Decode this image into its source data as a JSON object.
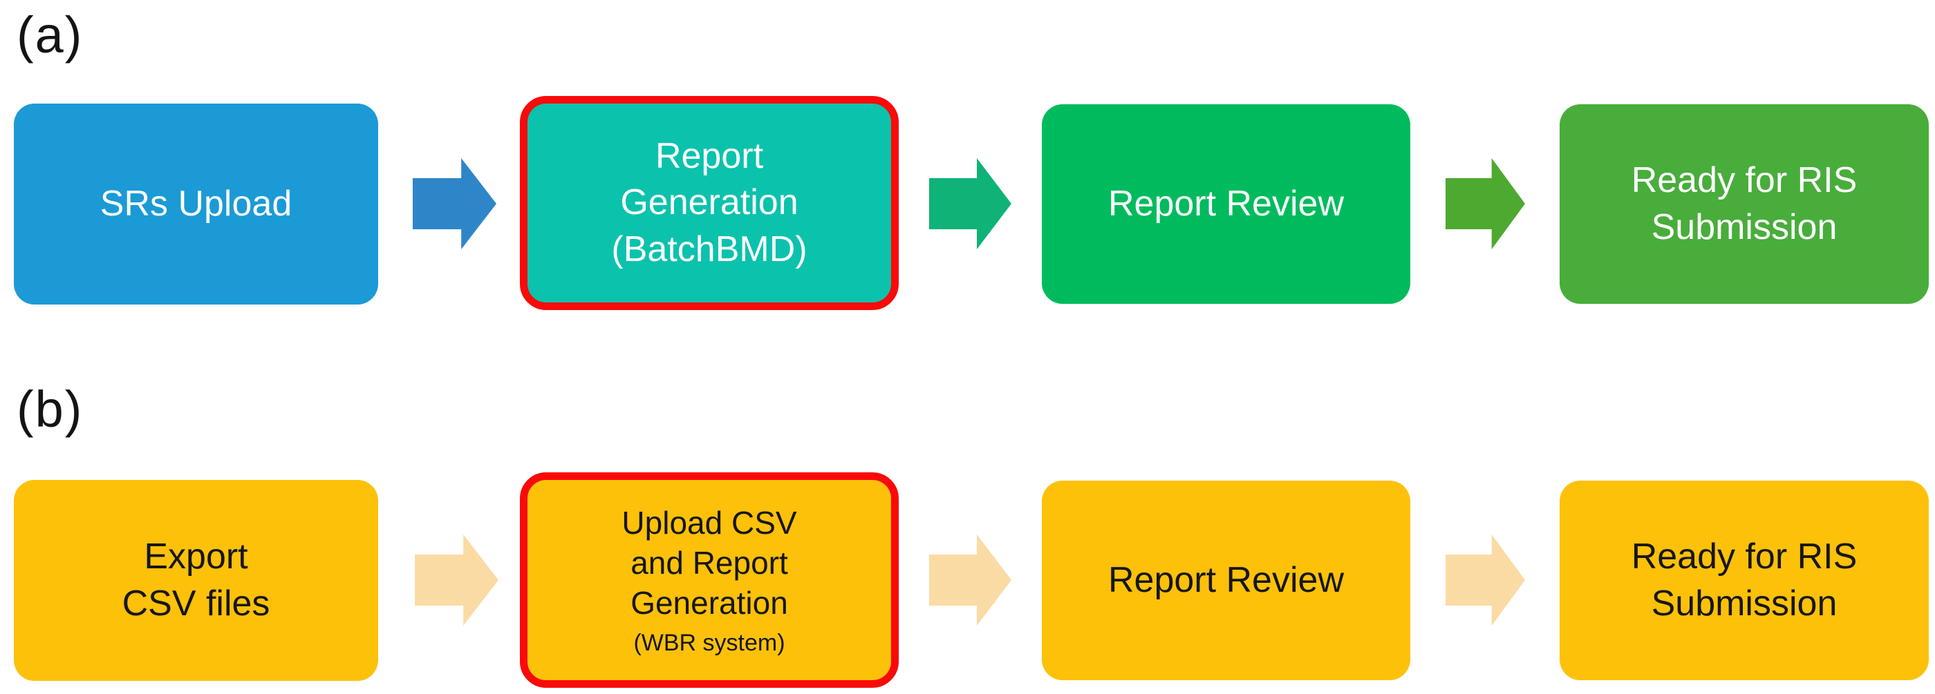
{
  "figure": {
    "background": "#FFFFFF",
    "highlight_border_color": "#FA0A0A"
  },
  "rows": [
    {
      "label": "(a)",
      "text_color": "#FFFFFF",
      "steps": [
        {
          "name": "srs-upload",
          "lines": [
            "SRs Upload"
          ],
          "bg": "#1B9AD6",
          "highlighted": false
        },
        {
          "name": "report-generation-batchbmd",
          "lines": [
            "Report",
            "Generation",
            "(BatchBMD)"
          ],
          "bg": "#0BC2AD",
          "highlighted": true
        },
        {
          "name": "report-review",
          "lines": [
            "Report Review"
          ],
          "bg": "#00BB5D",
          "highlighted": false
        },
        {
          "name": "ready-for-ris-submission",
          "lines": [
            "Ready for RIS",
            "Submission"
          ],
          "bg": "#48AD3B",
          "highlighted": false
        }
      ],
      "arrows": [
        "#2E86C9",
        "#0FB377",
        "#4EA930"
      ]
    },
    {
      "label": "(b)",
      "text_color": "#161616",
      "steps": [
        {
          "name": "export-csv-files",
          "lines": [
            "Export",
            "CSV files"
          ],
          "bg": "#FDC10A",
          "highlighted": false
        },
        {
          "name": "upload-csv-and-report-generation-wbr",
          "lines": [
            "Upload CSV",
            "and Report",
            "Generation"
          ],
          "subline": "(WBR system)",
          "bg": "#FDC10A",
          "highlighted": true
        },
        {
          "name": "report-review",
          "lines": [
            "Report Review"
          ],
          "bg": "#FDC10A",
          "highlighted": false
        },
        {
          "name": "ready-for-ris-submission",
          "lines": [
            "Ready for RIS",
            "Submission"
          ],
          "bg": "#FDC10A",
          "highlighted": false
        }
      ],
      "arrows": [
        "#FBDBA4",
        "#FBDBA4",
        "#FBDBA4"
      ]
    }
  ]
}
